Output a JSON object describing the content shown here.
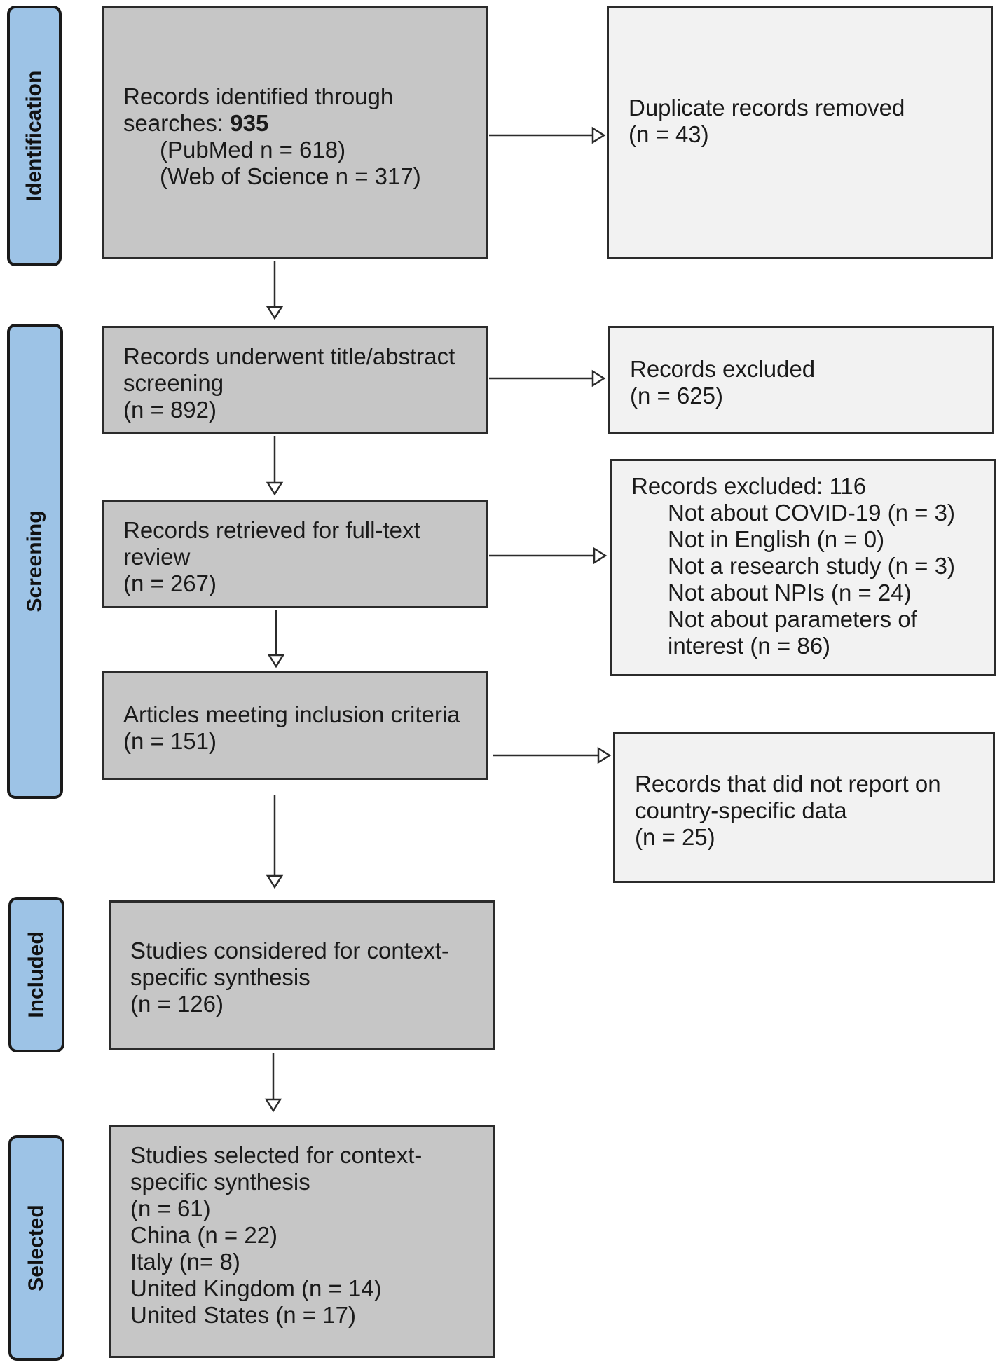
{
  "stages": {
    "identification": "Identification",
    "screening": "Screening",
    "included": "Included",
    "selected": "Selected"
  },
  "boxes": {
    "records_identified": {
      "line1": "Records identified through",
      "line2_prefix": "searches: ",
      "line2_bold": "935",
      "line3": "(PubMed n = 618)",
      "line4": "(Web of Science n = 317)"
    },
    "duplicates_removed": {
      "line1": "Duplicate records removed",
      "line2": "(n = 43)"
    },
    "title_abstract": {
      "line1": "Records underwent title/abstract",
      "line2": "screening",
      "line3": "(n = 892)"
    },
    "excluded_625": {
      "line1": "Records excluded",
      "line2": "(n = 625)"
    },
    "full_text": {
      "line1": "Records retrieved for full-text",
      "line2": "review",
      "line3": "(n = 267)"
    },
    "excluded_116": {
      "line1": "Records excluded: 116",
      "reasons": [
        "Not about COVID-19 (n = 3)",
        "Not in English (n = 0)",
        "Not a research study (n = 3)",
        "Not about NPIs (n = 24)",
        "Not about parameters of",
        "interest (n = 86)"
      ]
    },
    "inclusion": {
      "line1": "Articles meeting inclusion criteria",
      "line2": "(n = 151)"
    },
    "no_country_data": {
      "line1": "Records that did not report on",
      "line2": "country-specific data",
      "line3": "(n = 25)"
    },
    "considered": {
      "line1": "Studies considered for context-",
      "line2": "specific synthesis",
      "line3": "(n = 126)"
    },
    "selected": {
      "line1": "Studies selected for context-",
      "line2": "specific synthesis",
      "line3": "(n = 61)",
      "countries": [
        "China (n = 22)",
        "Italy (n= 8)",
        "United Kingdom (n = 14)",
        "United States (n = 17)"
      ]
    }
  },
  "colors": {
    "main_box": "#c6c6c6",
    "side_box": "#f2f2f2",
    "stage_label": "#9dc3e6",
    "border": "#2b2b2b"
  }
}
